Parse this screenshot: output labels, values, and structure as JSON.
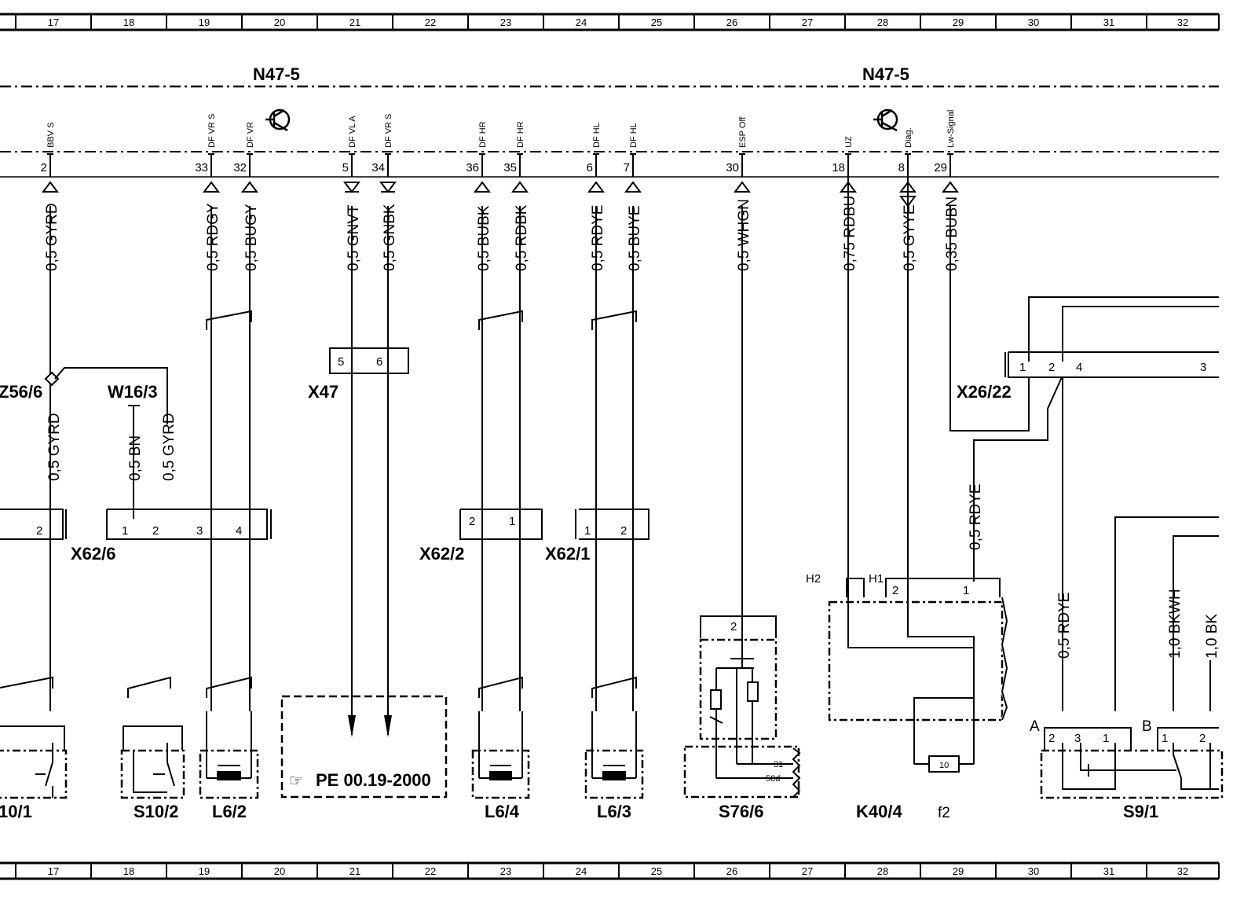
{
  "grid_columns": [
    "17",
    "18",
    "19",
    "20",
    "21",
    "22",
    "23",
    "24",
    "25",
    "26",
    "27",
    "28",
    "29",
    "30",
    "31",
    "32"
  ],
  "control_unit": {
    "label_left": "N47-5",
    "label_right": "N47-5"
  },
  "signals": [
    {
      "id": "s1",
      "name": "BBV S",
      "pin": "2",
      "wire": "0,5 GYRD",
      "dir": "up"
    },
    {
      "id": "s2",
      "name": "DF VR S",
      "pin": "33",
      "wire": "0,5 RDGY",
      "dir": "up"
    },
    {
      "id": "s3",
      "name": "DF VR",
      "pin": "32",
      "wire": "0,5 BUGY",
      "dir": "up"
    },
    {
      "id": "s4",
      "name": "DF VL A",
      "pin": "5",
      "wire": "0,5 GNVT",
      "dir": "down"
    },
    {
      "id": "s5",
      "name": "DF VR S",
      "pin": "34",
      "wire": "0,5 GNBK",
      "dir": "down"
    },
    {
      "id": "s6",
      "name": "DF HR",
      "pin": "36",
      "wire": "0,5 BUBK",
      "dir": "up"
    },
    {
      "id": "s7",
      "name": "DF HR",
      "pin": "35",
      "wire": "0,5 RDBK",
      "dir": "up"
    },
    {
      "id": "s8",
      "name": "DF HL",
      "pin": "6",
      "wire": "0,5 RDYE",
      "dir": "up"
    },
    {
      "id": "s9",
      "name": "DF HL",
      "pin": "7",
      "wire": "0,5 BUYE",
      "dir": "up"
    },
    {
      "id": "s10",
      "name": "ESP Off",
      "pin": "30",
      "wire": "0,5 WHGN",
      "dir": "up"
    },
    {
      "id": "s11",
      "name": "UZ",
      "pin": "18",
      "wire": "0,75 RDBU",
      "dir": "up"
    },
    {
      "id": "s12",
      "name": "Diag.",
      "pin": "8",
      "wire": "0,5 GYYE",
      "dir": "both"
    },
    {
      "id": "s13",
      "name": "Lw-Signal",
      "pin": "29",
      "wire": "0,35 BUBN",
      "dir": "up"
    }
  ],
  "components": {
    "z56_6": "Z56/6",
    "w16_3": "W16/3",
    "x47": "X47",
    "x62_6": "X62/6",
    "x62_2": "X62/2",
    "x62_1": "X62/1",
    "x26_22": "X26/22",
    "s10_1": "10/1",
    "s10_2": "S10/2",
    "l6_2": "L6/2",
    "l6_4": "L6/4",
    "l6_3": "L6/3",
    "s76_6": "S76/6",
    "k40_4": "K40/4",
    "f2": "f2",
    "s9_1": "S9/1",
    "h1": "H1",
    "h2": "H2",
    "a": "A",
    "b": "B"
  },
  "ref_box": {
    "text": "PE 00.19-2000"
  },
  "lower_wires": {
    "w1": "0,5 GYRD",
    "w2": "0,5 BN",
    "w3": "0,5 GYRD",
    "w4": "0,5 RDYE",
    "w5": "0,5 RDYE",
    "w6": "1,0 BKWH",
    "w7": "1,0 BK"
  },
  "connector_pins": {
    "x62_6": [
      "2",
      "1",
      "2",
      "3",
      "4"
    ],
    "x47": [
      "5",
      "6"
    ],
    "x62_2": [
      "2",
      "1"
    ],
    "x62_1": [
      "1",
      "2"
    ],
    "x26_22": [
      "1",
      "2",
      "4",
      "3"
    ],
    "k40_4": [
      "2",
      "1",
      "10"
    ],
    "s76_6": [
      "2",
      "31",
      "58d"
    ],
    "s9_1": [
      "2",
      "3",
      "1",
      "1",
      "2"
    ]
  }
}
